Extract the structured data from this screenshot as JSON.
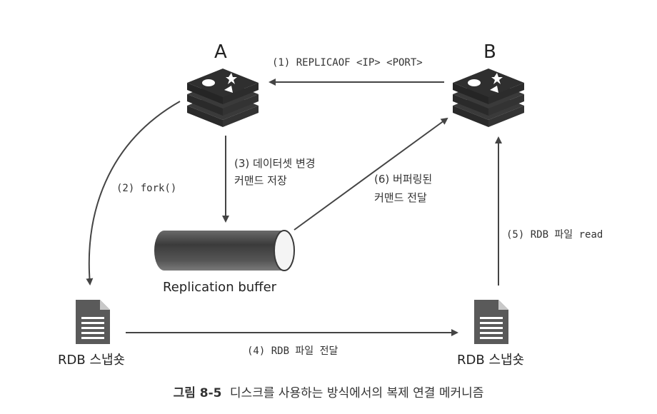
{
  "nodes": {
    "a": {
      "title": "A"
    },
    "b": {
      "title": "B"
    }
  },
  "buffer": {
    "label": "Replication buffer"
  },
  "files": {
    "left": {
      "label": "RDB 스냅숏"
    },
    "right": {
      "label": "RDB 스냅숏"
    }
  },
  "steps": {
    "s1": "(1) REPLICAOF <IP> <PORT>",
    "s2": "(2) fork()",
    "s3_line1": "(3) 데이터셋 변경",
    "s3_line2": "커맨드 저장",
    "s4": "(4) RDB 파일 전달",
    "s5": "(5) RDB 파일 read",
    "s6_line1": "(6) 버퍼링된",
    "s6_line2": "커맨드 전달"
  },
  "caption": {
    "number": "그림 8-5",
    "text": "디스크를 사용하는 방식에서의 복제 연결 메커니즘"
  },
  "colors": {
    "redis_top": "#2f2f2f",
    "redis_side": "#3d3d3d",
    "cylinder_body": "#4a4a4a",
    "arrow": "#444444",
    "file": "#555555"
  }
}
